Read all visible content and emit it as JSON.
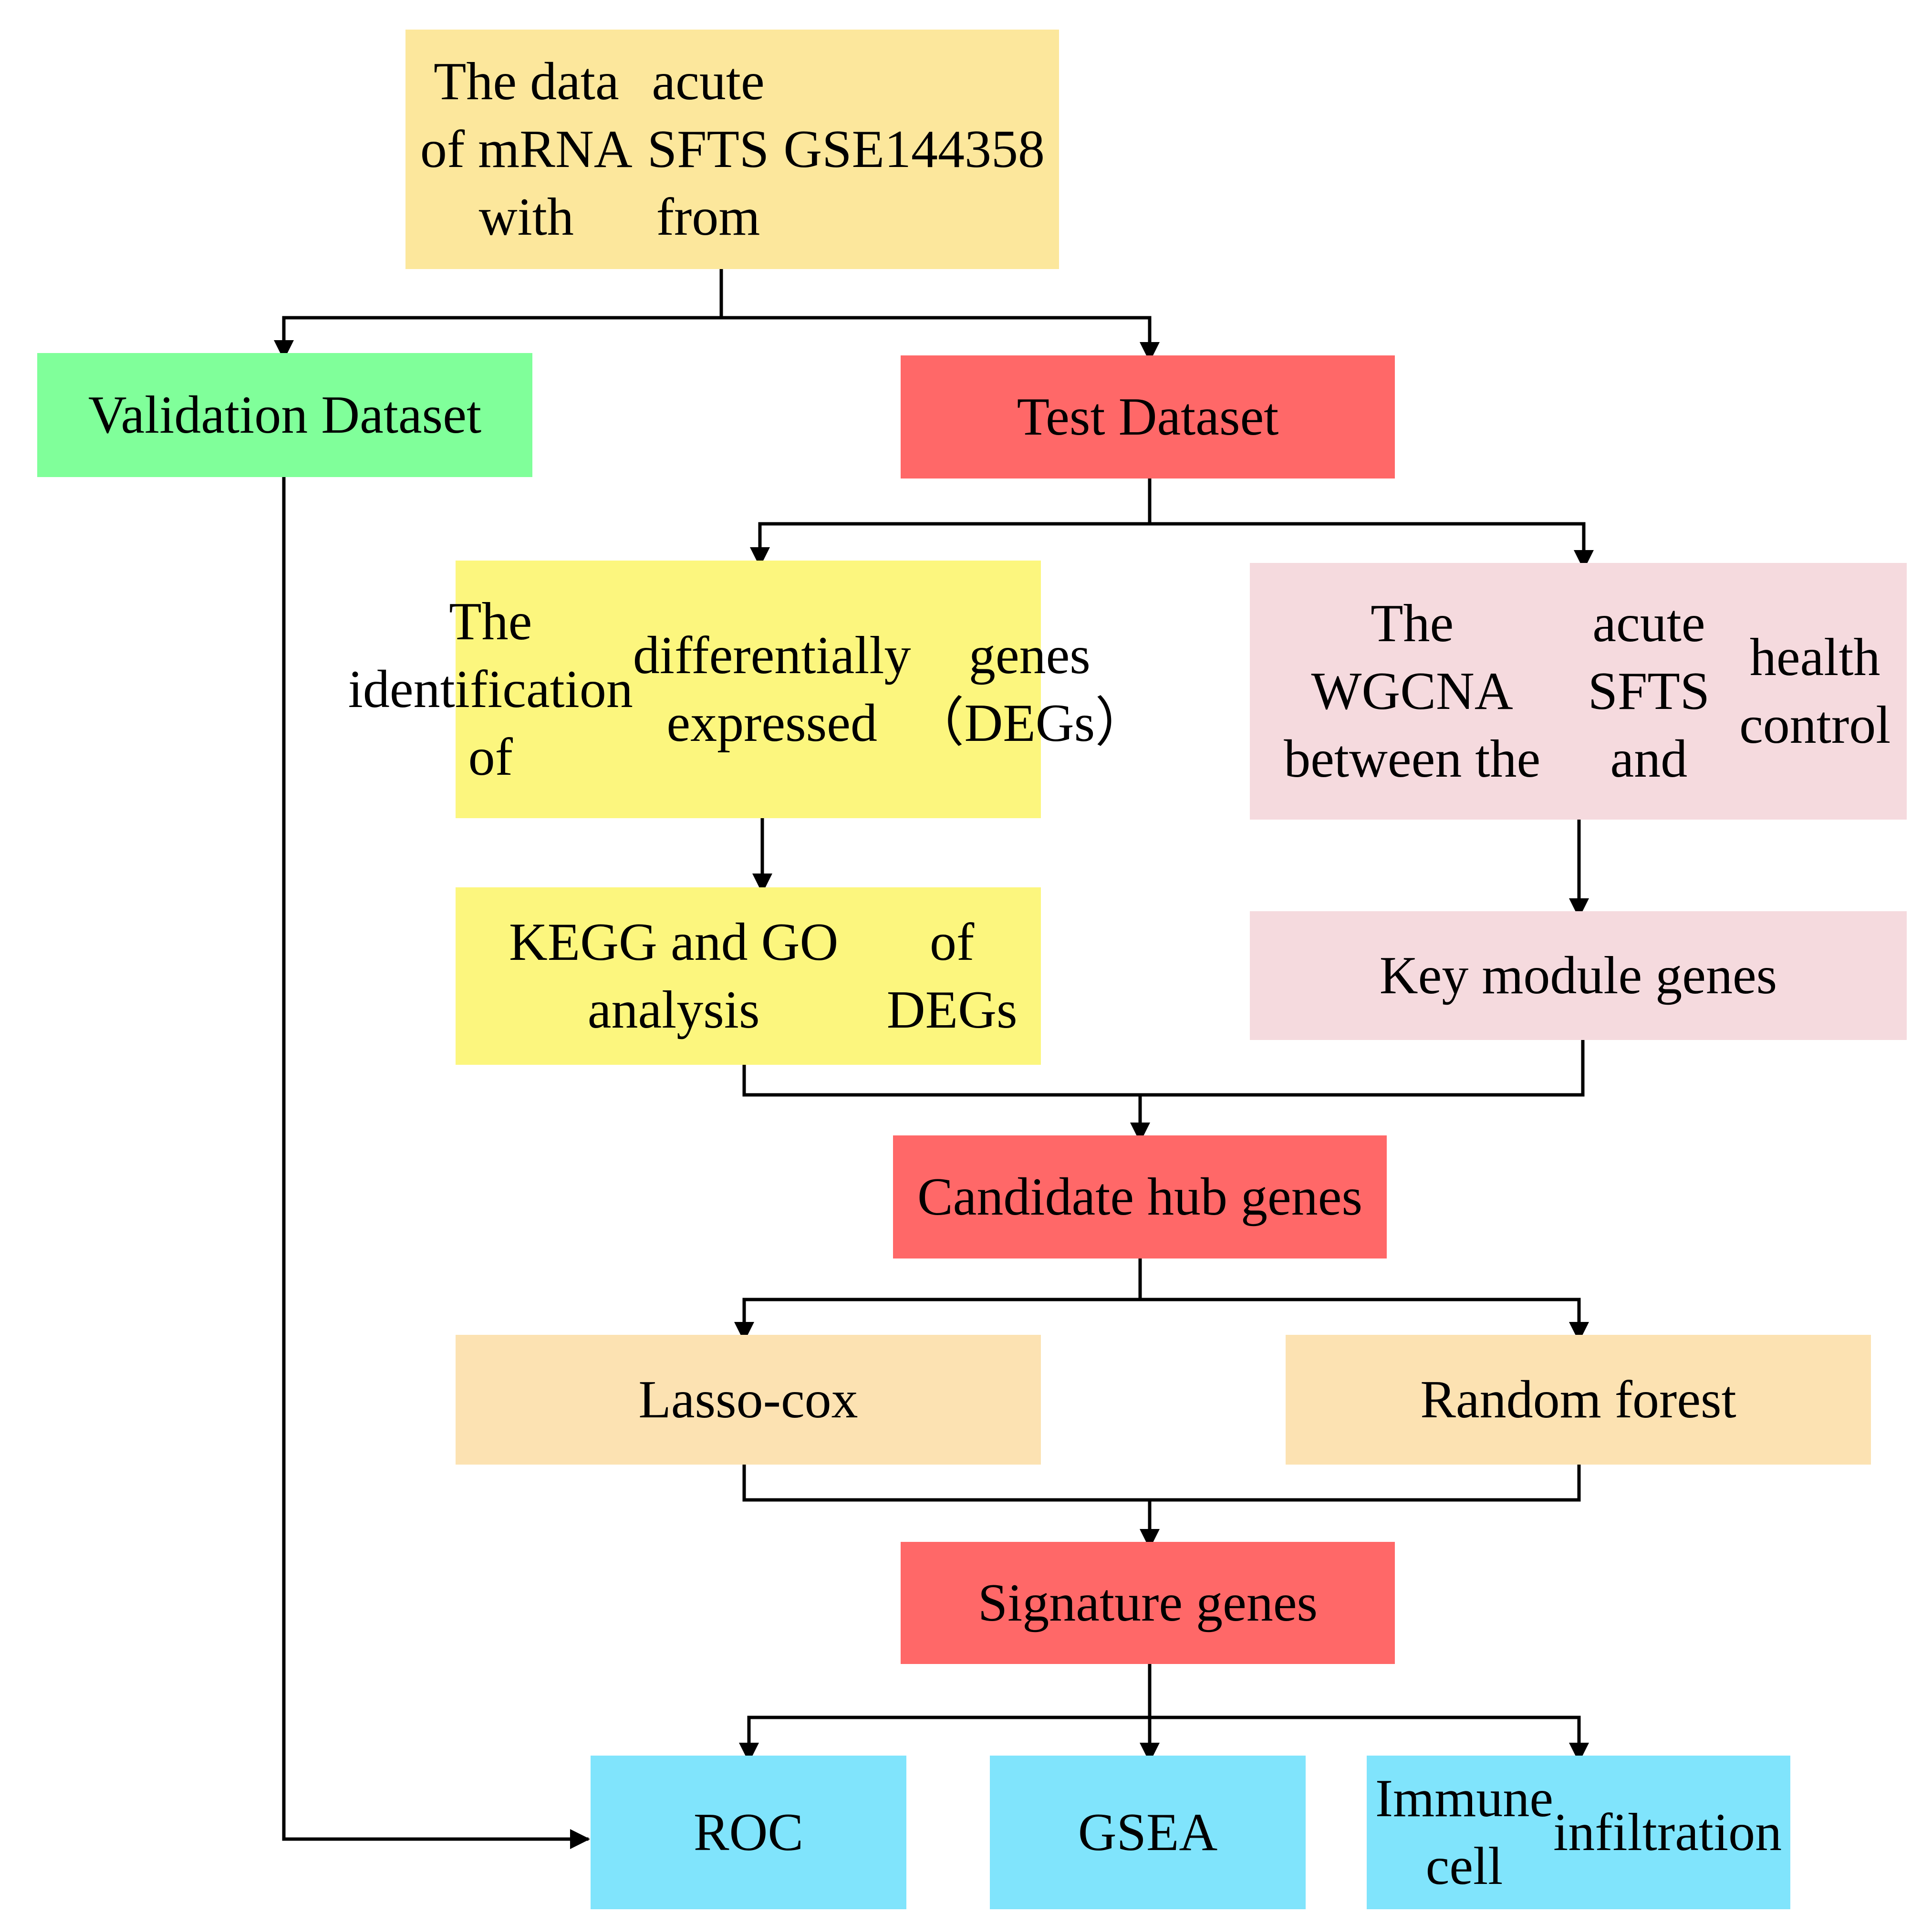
{
  "colors": {
    "source": "#FCE79C",
    "validation": "#80FF9A",
    "key_red": "#FF6868",
    "deg_yellow": "#FCF67E",
    "wgcna_pink": "#F5DADE",
    "method_peach": "#FCE2B2",
    "output_cyan": "#80E4FC",
    "line": "#000000"
  },
  "nodes": {
    "source": {
      "lines": [
        "The data of mRNA with",
        "acute SFTS from",
        "GSE144358"
      ]
    },
    "validation": {
      "lines": [
        "Validation Dataset"
      ]
    },
    "test": {
      "lines": [
        "Test Dataset"
      ]
    },
    "degs": {
      "lines": [
        "The identification of",
        "differentially expressed",
        "genes（DEGs）"
      ]
    },
    "wgcna": {
      "lines": [
        "The WGCNA between the",
        "acute SFTS and",
        "health control"
      ]
    },
    "kegg": {
      "lines": [
        "KEGG and GO analysis",
        "of DEGs"
      ]
    },
    "key_module": {
      "lines": [
        "Key module genes"
      ]
    },
    "candidate": {
      "lines": [
        "Candidate hub genes"
      ]
    },
    "lasso": {
      "lines": [
        "Lasso-cox"
      ]
    },
    "rf": {
      "lines": [
        "Random forest"
      ]
    },
    "signature": {
      "lines": [
        "Signature genes"
      ]
    },
    "roc": {
      "lines": [
        "ROC"
      ]
    },
    "gsea": {
      "lines": [
        "GSEA"
      ]
    },
    "immune": {
      "lines": [
        "Immune cell",
        "infiltration"
      ]
    }
  }
}
